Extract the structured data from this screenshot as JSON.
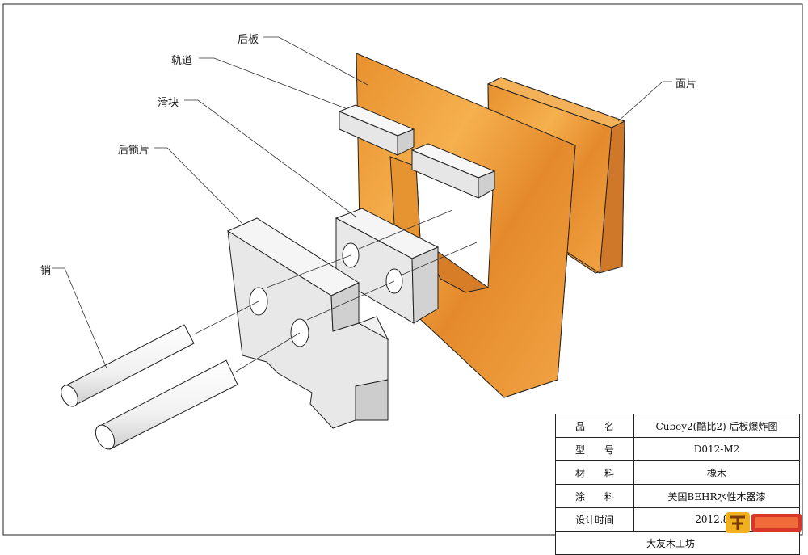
{
  "labels": {
    "back_board": "后板",
    "rail": "轨道",
    "slider": "滑块",
    "back_lock": "后锁片",
    "pin": "销",
    "face": "面片"
  },
  "title_block": {
    "rows": [
      {
        "key": "品　　名",
        "value": "Cubey2(酷比2) 后板爆炸图"
      },
      {
        "key": "型　　号",
        "value": "D012-M2"
      },
      {
        "key": "材　　料",
        "value": "橡木"
      },
      {
        "key": "涂　　料",
        "value": "美国BEHR水性木器漆"
      },
      {
        "key": "设计时间",
        "value": "2012.8.9"
      }
    ],
    "maker": "大友木工坊"
  },
  "colors": {
    "wood_light": "#f0a640",
    "wood_dark": "#d9822b",
    "wood_side": "#e8962f",
    "part_grey": "#e8e8e8",
    "line": "#222222"
  }
}
